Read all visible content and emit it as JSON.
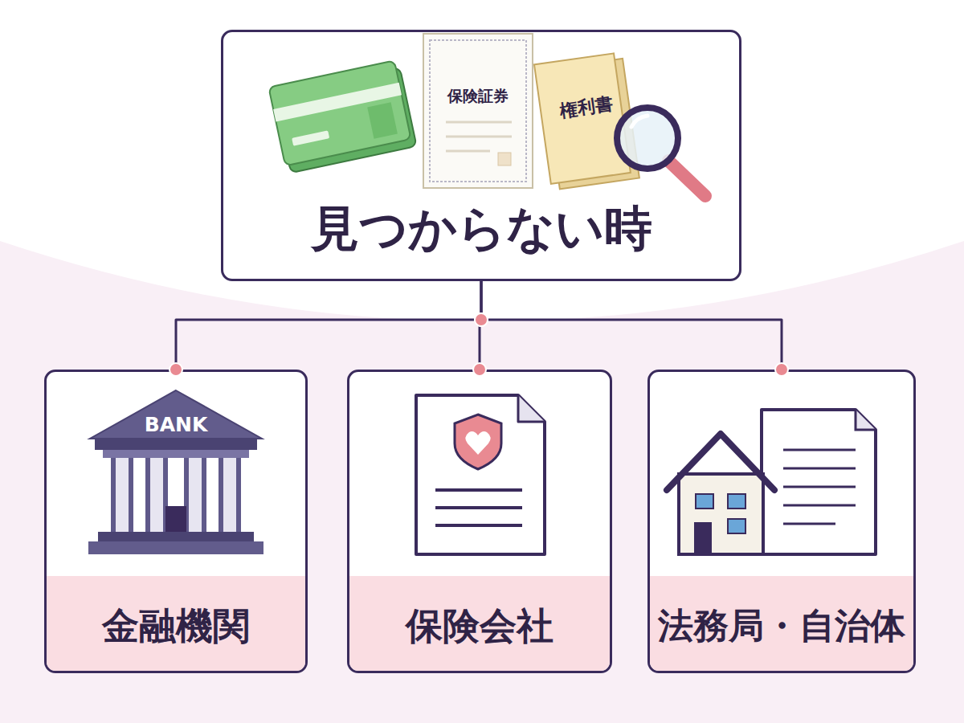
{
  "diagram": {
    "nodes": [
      {
        "text": [
          "見つからない時"
        ]
      },
      {
        "text": [
          "金融機関"
        ]
      },
      {
        "text": [
          "保険会社"
        ]
      },
      {
        "text": [
          "法務局・自治体"
        ]
      }
    ],
    "edges": [
      {
        "from": 0,
        "to": 1,
        "arrow": "none"
      },
      {
        "from": 0,
        "to": 2,
        "arrow": "none"
      },
      {
        "from": 0,
        "to": 3,
        "arrow": "none"
      }
    ],
    "labels": [
      "保険証券",
      "権利書",
      "BANK"
    ]
  }
}
